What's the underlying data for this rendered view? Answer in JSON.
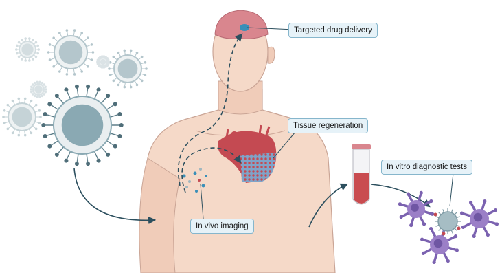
{
  "labels": {
    "targeted_drug_delivery": "Targeted drug delivery",
    "tissue_regeneration": "Tissue regeneration",
    "in_vivo_imaging": "In vivo imaging",
    "in_vitro_diagnostic_tests": "In vitro diagnostic tests"
  },
  "colors": {
    "skin": "#f5d9c8",
    "skin_outline": "#caa596",
    "brain": "#d9868e",
    "heart": "#c44a52",
    "particle": "#9fb7c0",
    "cell": "#9b7fc7",
    "blood": "#c94c50",
    "arrow": "#2c4f5e",
    "label_bg": "#e6f2f8",
    "label_border": "#86b6cc"
  },
  "icons": [
    "nanoparticle-icon",
    "brain-icon",
    "heart-icon",
    "test-tube-icon",
    "immune-cell-icon"
  ]
}
